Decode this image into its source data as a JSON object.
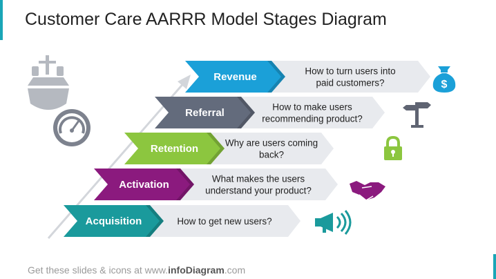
{
  "title": "Customer Care AARRR Model Stages Diagram",
  "footer": {
    "prefix": "Get these slides & icons at www.",
    "brand": "infoDiagram",
    "suffix": ".com"
  },
  "colors": {
    "revenue": "#1ba0d8",
    "referral": "#636b7c",
    "retention": "#8cc63f",
    "activation": "#8b1a7e",
    "acquisition": "#1a9a9c",
    "question_bg": "#e8eaee",
    "icon_gray": "#b5b9c0",
    "icon_dark": "#5f6472"
  },
  "stages": [
    {
      "key": "revenue",
      "label": "Revenue",
      "question_lines": [
        "How to turn users into",
        "paid customers?"
      ],
      "icon": "money-bag-icon"
    },
    {
      "key": "referral",
      "label": "Referral",
      "question_lines": [
        "How to make users",
        "recommending product?"
      ],
      "icon": "signpost-icon"
    },
    {
      "key": "retention",
      "label": "Retention",
      "question_lines": [
        "Why are users coming",
        "back?"
      ],
      "icon": "padlock-icon"
    },
    {
      "key": "activation",
      "label": "Activation",
      "question_lines": [
        "What makes the users",
        "understand your product?"
      ],
      "icon": "handshake-icon"
    },
    {
      "key": "acquisition",
      "label": "Acquisition",
      "question_lines": [
        "How to get new users?"
      ],
      "icon": "megaphone-icon"
    }
  ],
  "decor_icons": [
    "ship-icon",
    "speedometer-icon"
  ]
}
